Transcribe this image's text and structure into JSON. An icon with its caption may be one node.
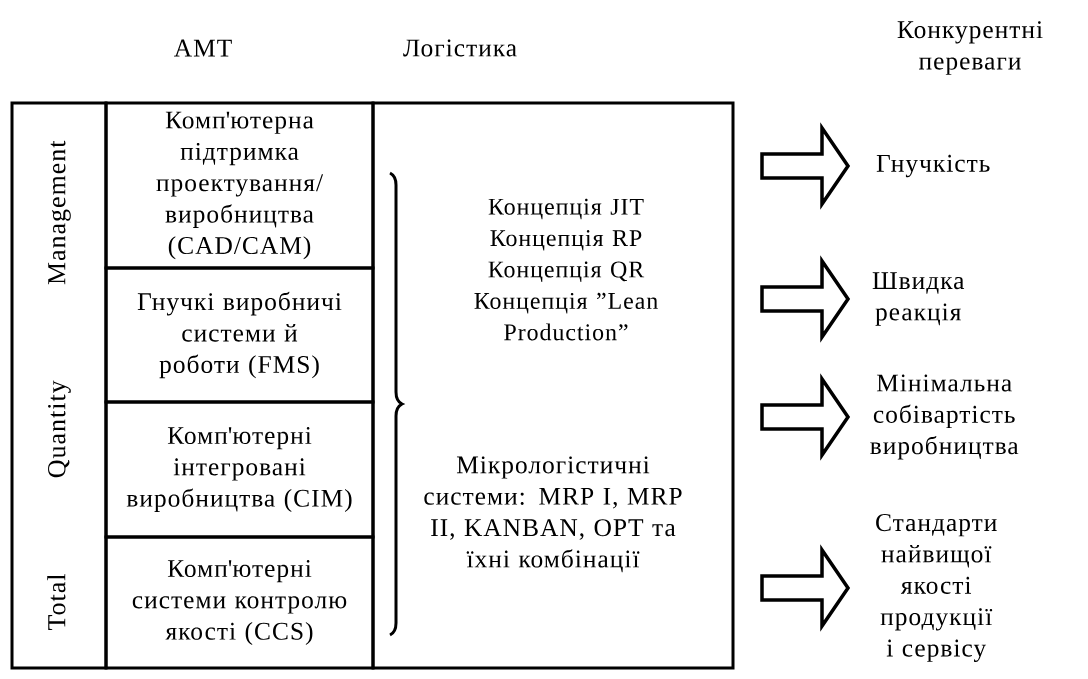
{
  "diagram": {
    "nodes": [
      {
        "text": [
          "Total Quantity Management"
        ]
      },
      {
        "text": [
          "Комп'ютерна підтримка проектування/ виробництва (CAD/CAM)"
        ]
      },
      {
        "text": [
          "Гнучкі виробничі системи й роботи (FMS)"
        ]
      },
      {
        "text": [
          "Комп'ютерні інтегровані виробництва (CIM)"
        ]
      },
      {
        "text": [
          "Комп'ютерні системи контролю якості (CCS)"
        ]
      },
      {
        "text": [
          "Концепція JIT",
          "Концепція RP",
          "Концепція QR",
          "Концепція ”Lean Production”",
          "Мікрологістичні системи: MRP I, MRP II, KANBAN, OPT та їхні комбінації"
        ]
      },
      {
        "text": [
          "Гнучкість"
        ]
      },
      {
        "text": [
          "Швидка реакція"
        ]
      },
      {
        "text": [
          "Мінімальна собівартість виробництва"
        ]
      },
      {
        "text": [
          "Стандарти найвищої якості продукції і сервісу"
        ]
      }
    ],
    "edges": [
      {
        "from": null,
        "to": 6,
        "arrow": "to"
      },
      {
        "from": null,
        "to": 7,
        "arrow": "to"
      },
      {
        "from": null,
        "to": 8,
        "arrow": "to"
      },
      {
        "from": null,
        "to": 9,
        "arrow": "to"
      }
    ],
    "labels": [
      "AMT",
      "Логістика",
      "Конкурентні переваги"
    ]
  }
}
